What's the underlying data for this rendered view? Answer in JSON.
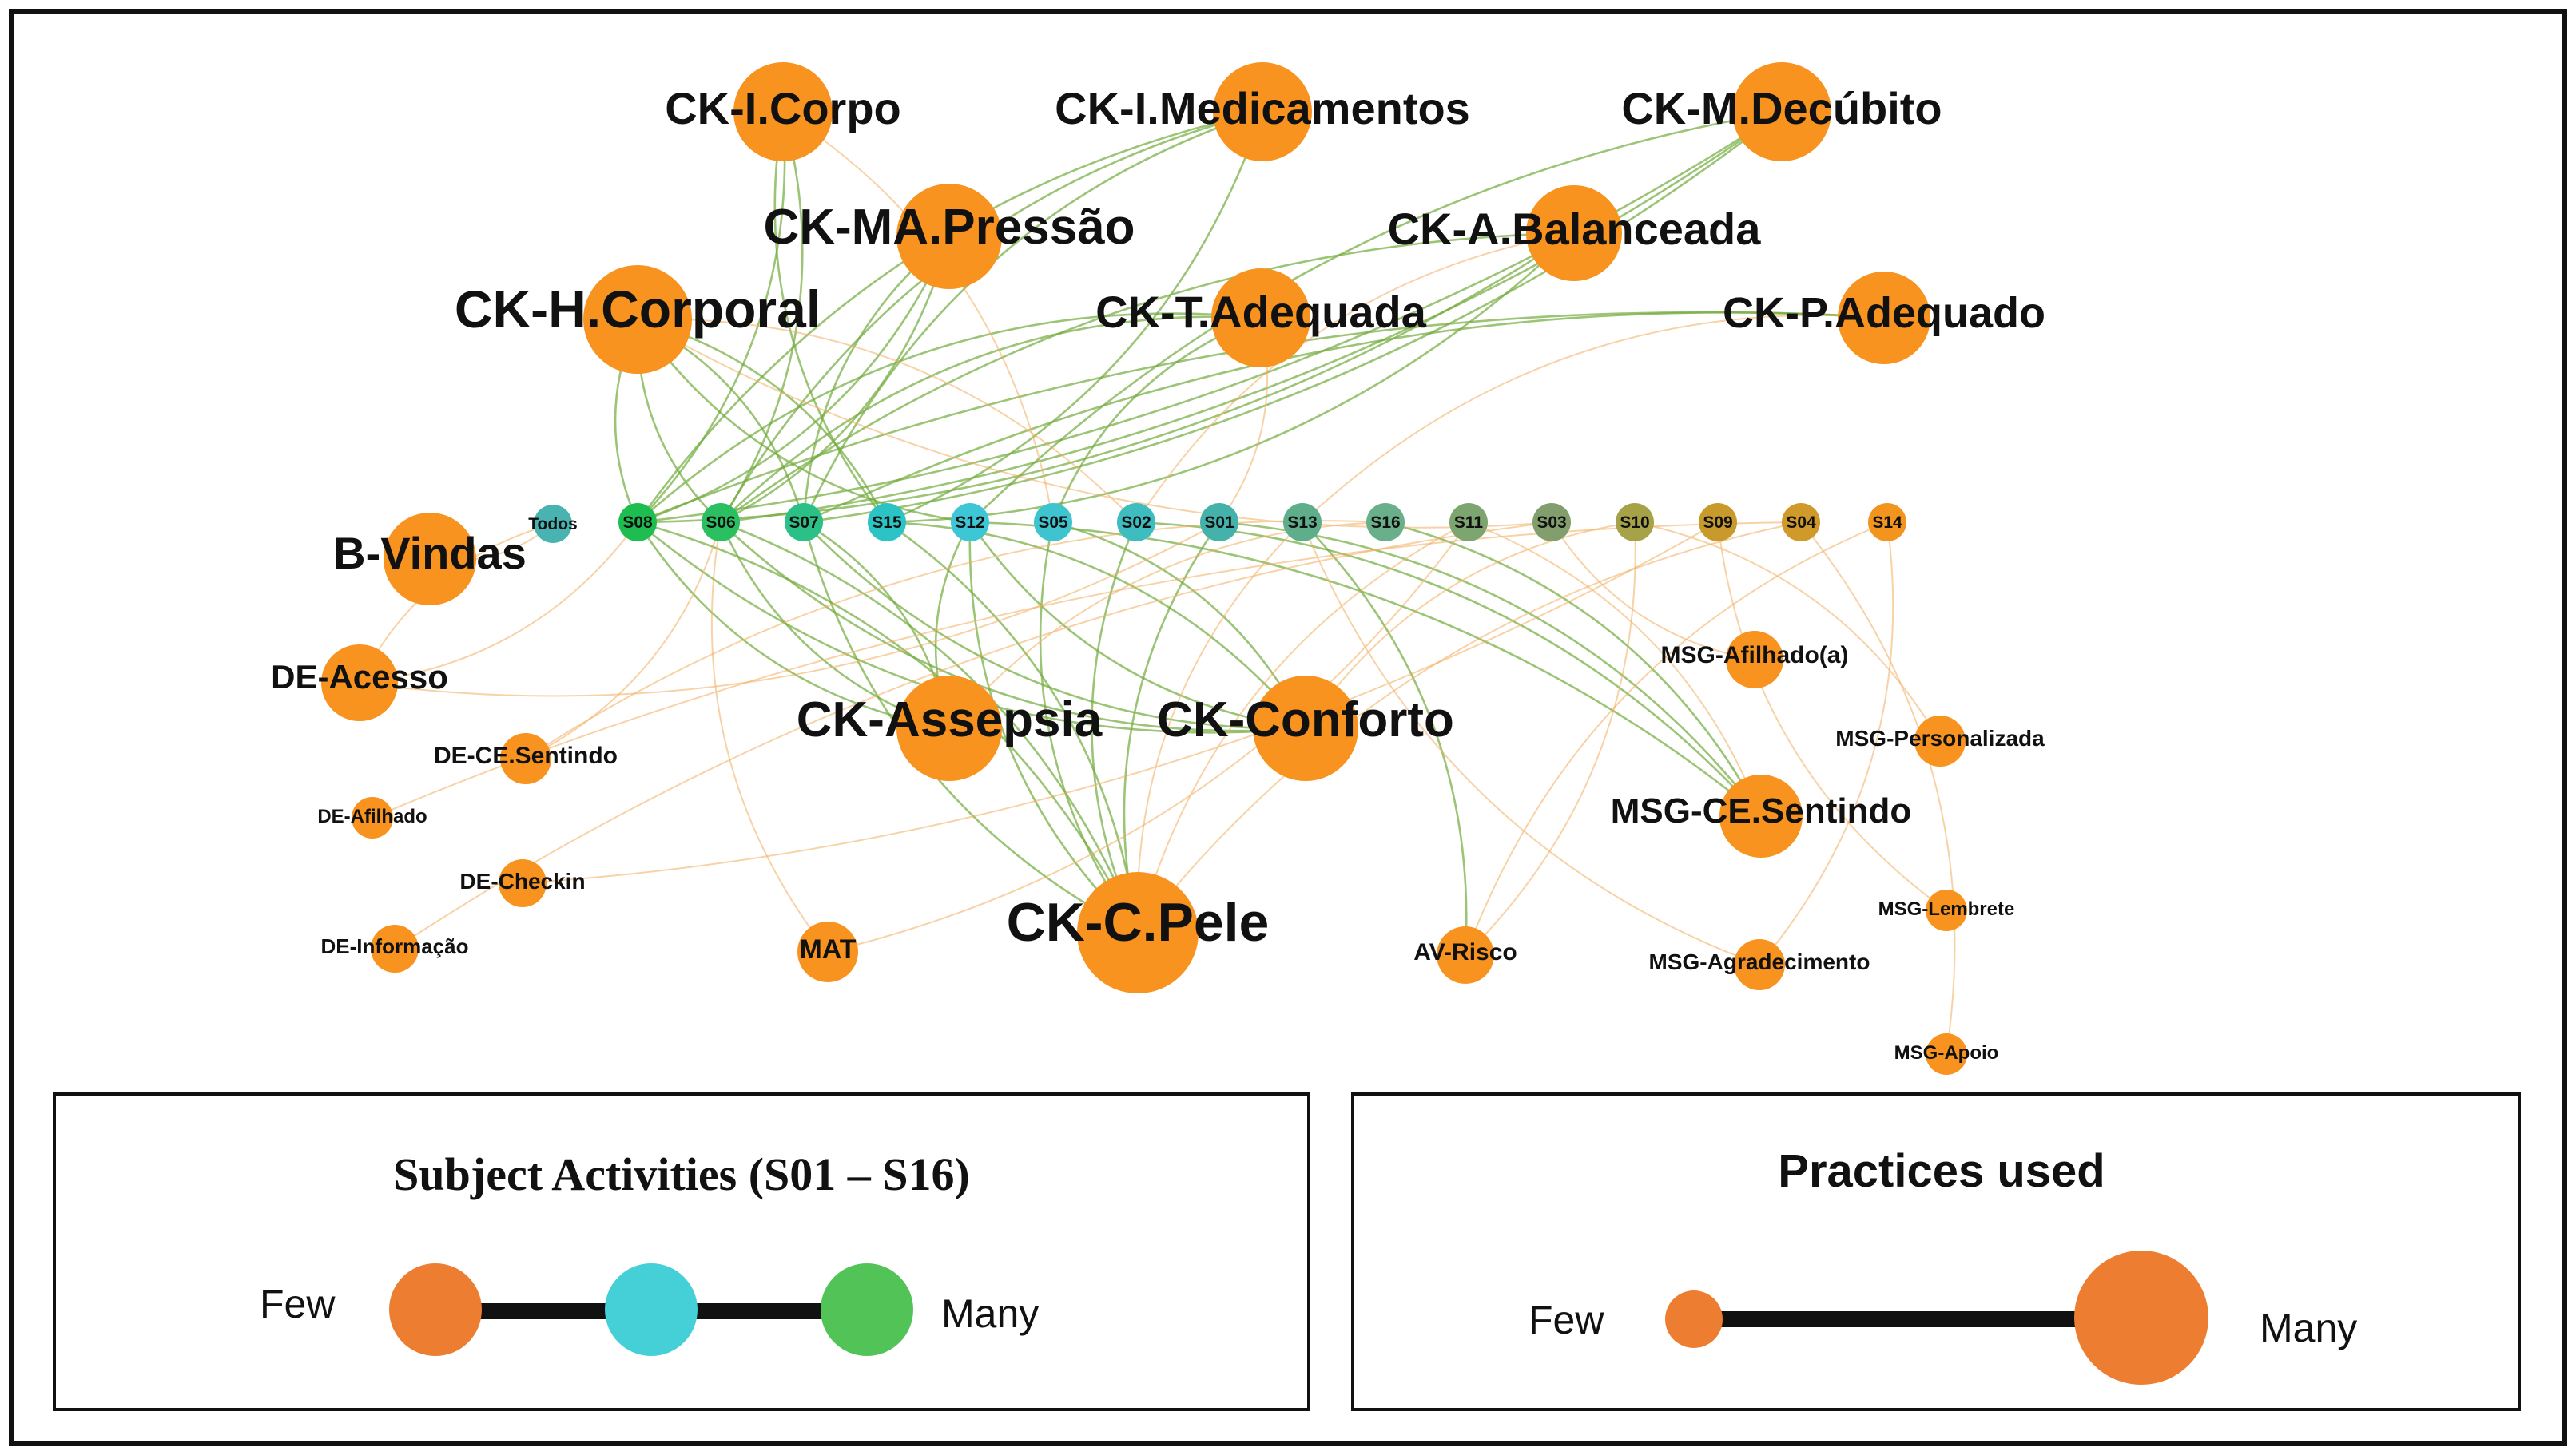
{
  "colors": {
    "practice": "#f7931e",
    "edge_green": "#72ab3c",
    "edge_orange": "#f2ad5e",
    "frame": "#111111",
    "legend_few": "#ed7d31",
    "legend_mid": "#45cfd6",
    "legend_many": "#52c457"
  },
  "subjects": [
    {
      "id": "Todos",
      "label": "Todos",
      "color": "#48b3b0"
    },
    {
      "id": "S08",
      "label": "S08",
      "color": "#1dbd4f"
    },
    {
      "id": "S06",
      "label": "S06",
      "color": "#2ac061"
    },
    {
      "id": "S07",
      "label": "S07",
      "color": "#2bc085"
    },
    {
      "id": "S15",
      "label": "S15",
      "color": "#2cc3c5"
    },
    {
      "id": "S12",
      "label": "S12",
      "color": "#3cc6d6"
    },
    {
      "id": "S05",
      "label": "S05",
      "color": "#3dc4cf"
    },
    {
      "id": "S02",
      "label": "S02",
      "color": "#3dbdbf"
    },
    {
      "id": "S01",
      "label": "S01",
      "color": "#44b1ab"
    },
    {
      "id": "S13",
      "label": "S13",
      "color": "#5eae8c"
    },
    {
      "id": "S16",
      "label": "S16",
      "color": "#69b08a"
    },
    {
      "id": "S11",
      "label": "S11",
      "color": "#7da570"
    },
    {
      "id": "S03",
      "label": "S03",
      "color": "#819e6c"
    },
    {
      "id": "S10",
      "label": "S10",
      "color": "#a5a248"
    },
    {
      "id": "S09",
      "label": "S09",
      "color": "#c79a2b"
    },
    {
      "id": "S04",
      "label": "S04",
      "color": "#cf9a2a"
    },
    {
      "id": "S14",
      "label": "S14",
      "color": "#f2941d"
    }
  ],
  "practices": [
    {
      "id": "ck-i-corpo",
      "label": "CK-I.Corpo",
      "size": "large"
    },
    {
      "id": "ck-i-medicamentos",
      "label": "CK-I.Medicamentos",
      "size": "large"
    },
    {
      "id": "ck-m-decubito",
      "label": "CK-M.Decúbito",
      "size": "large"
    },
    {
      "id": "ck-ma-pressao",
      "label": "CK-MA.Pressão",
      "size": "large"
    },
    {
      "id": "ck-a-balanceada",
      "label": "CK-A.Balanceada",
      "size": "medium-large"
    },
    {
      "id": "ck-h-corporal",
      "label": "CK-H.Corporal",
      "size": "xlarge"
    },
    {
      "id": "ck-t-adequada",
      "label": "CK-T.Adequada",
      "size": "large"
    },
    {
      "id": "ck-p-adequado",
      "label": "CK-P.Adequado",
      "size": "large"
    },
    {
      "id": "b-vindas",
      "label": "B-Vindas",
      "size": "large"
    },
    {
      "id": "de-acesso",
      "label": "DE-Acesso",
      "size": "medium"
    },
    {
      "id": "de-ce-sentindo",
      "label": "DE-CE.Sentindo",
      "size": "small"
    },
    {
      "id": "de-afilhado",
      "label": "DE-Afilhado",
      "size": "tiny"
    },
    {
      "id": "de-checkin",
      "label": "DE-Checkin",
      "size": "small"
    },
    {
      "id": "de-informacao",
      "label": "DE-Informação",
      "size": "small"
    },
    {
      "id": "ck-assepsia",
      "label": "CK-Assepsia",
      "size": "xlarge"
    },
    {
      "id": "ck-conforto",
      "label": "CK-Conforto",
      "size": "xlarge"
    },
    {
      "id": "mat",
      "label": "MAT",
      "size": "small"
    },
    {
      "id": "ck-c-pele",
      "label": "CK-C.Pele",
      "size": "xxlarge"
    },
    {
      "id": "av-risco",
      "label": "AV-Risco",
      "size": "small"
    },
    {
      "id": "msg-afilhado",
      "label": "MSG-Afilhado(a)",
      "size": "small"
    },
    {
      "id": "msg-personalizada",
      "label": "MSG-Personalizada",
      "size": "small"
    },
    {
      "id": "msg-ce-sentindo",
      "label": "MSG-CE.Sentindo",
      "size": "medium-large"
    },
    {
      "id": "msg-lembrete",
      "label": "MSG-Lembrete",
      "size": "tiny"
    },
    {
      "id": "msg-agradecimento",
      "label": "MSG-Agradecimento",
      "size": "small"
    },
    {
      "id": "msg-apoio",
      "label": "MSG-Apoio",
      "size": "tiny"
    }
  ],
  "legend_subjects": {
    "title": "Subject Activities (S01 – S16)",
    "few": "Few",
    "many": "Many"
  },
  "legend_practices": {
    "title": "Practices used",
    "few": "Few",
    "many": "Many"
  }
}
